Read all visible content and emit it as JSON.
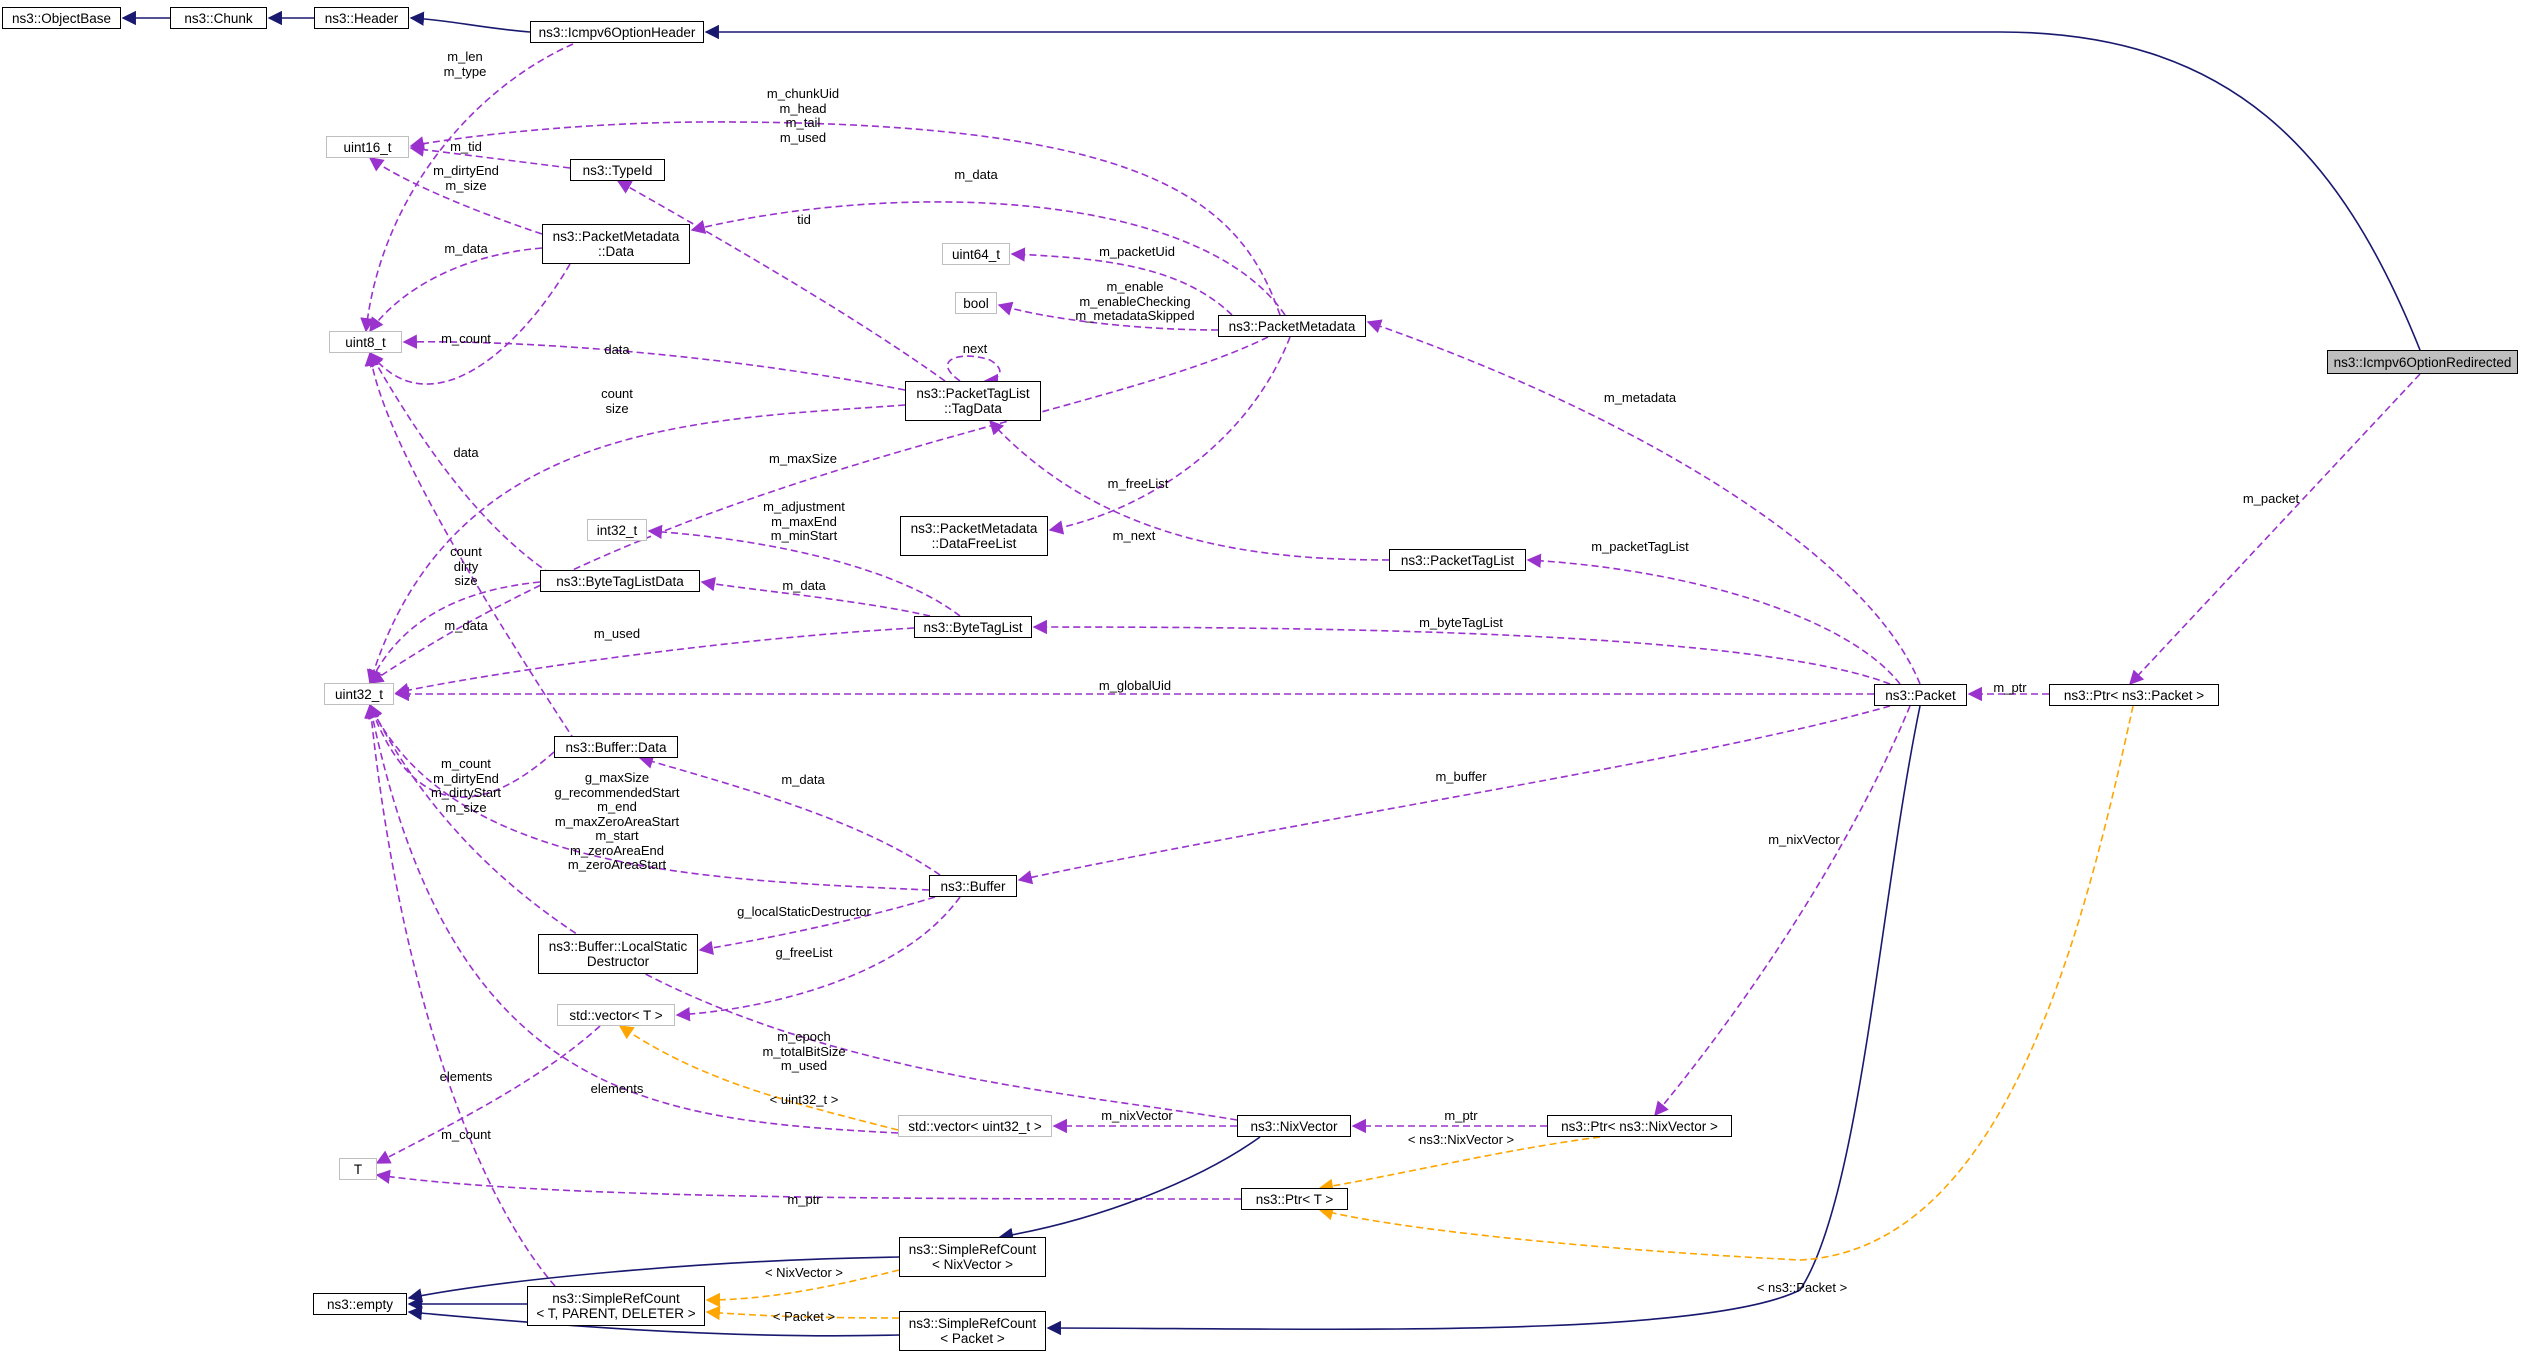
{
  "colors": {
    "inheritance": "#191970",
    "usage": "#9a32cd",
    "template": "#ffa500",
    "node_border": "#000000",
    "external_border": "#bfbfbf",
    "focus_fill": "#bfbfbf"
  },
  "nodes": {
    "objectbase": "ns3::ObjectBase",
    "chunk": "ns3::Chunk",
    "header": "ns3::Header",
    "icmpv6optionheader": "ns3::Icmpv6OptionHeader",
    "icmpv6optionredirected": "ns3::Icmpv6OptionRedirected",
    "uint16": "uint16_t",
    "typeid": "ns3::TypeId",
    "pmdata": "ns3::PacketMetadata\n::Data",
    "uint8": "uint8_t",
    "uint64": "uint64_t",
    "bool": "bool",
    "packetmetadata": "ns3::PacketMetadata",
    "tagdata": "ns3::PacketTagList\n::TagData",
    "int32": "int32_t",
    "datafreelist": "ns3::PacketMetadata\n::DataFreeList",
    "packettaglist": "ns3::PacketTagList",
    "bytetaglistdata": "ns3::ByteTagListData",
    "bytetaglist": "ns3::ByteTagList",
    "uint32": "uint32_t",
    "packet": "ns3::Packet",
    "ptrpacket": "ns3::Ptr< ns3::Packet >",
    "bufferdata": "ns3::Buffer::Data",
    "buffer": "ns3::Buffer",
    "localstatic": "ns3::Buffer::LocalStatic\nDestructor",
    "vectorT": "std::vector< T >",
    "vectoruint32": "std::vector< uint32_t >",
    "nixvector": "ns3::NixVector",
    "ptrnixvector": "ns3::Ptr< ns3::NixVector >",
    "T": "T",
    "ptrT": "ns3::Ptr< T >",
    "srcnix": "ns3::SimpleRefCount\n< NixVector >",
    "empty": "ns3::empty",
    "srcgeneric": "ns3::SimpleRefCount\n< T, PARENT, DELETER >",
    "srcpacket": "ns3::SimpleRefCount\n< Packet >"
  },
  "edge_labels": {
    "len_type": "m_len\nm_type",
    "chunkuid": "m_chunkUid\nm_head\nm_tail\nm_used",
    "tid": "m_tid",
    "dirtyend_size": "m_dirtyEnd\nm_size",
    "pm_data": "m_data",
    "pmd_data": "m_data",
    "tid2": "tid",
    "packetuid": "m_packetUid",
    "enable": "m_enable\nm_enableChecking\nm_metadataSkipped",
    "count8": "m_count",
    "next": "next",
    "data8": "data",
    "count_size": "count\nsize",
    "data_btl": "data",
    "maxsize": "m_maxSize",
    "freelist": "m_freeList",
    "metadata": "m_metadata",
    "mpacket": "m_packet",
    "adjust": "m_adjustment\nm_maxEnd\nm_minStart",
    "mnext": "m_next",
    "packettaglist": "m_packetTagList",
    "count_dirty_size": "count\ndirty\nsize",
    "btl_data": "m_data",
    "bytetaglist": "m_byteTagList",
    "bd_data": "m_data",
    "used": "m_used",
    "globaluid": "m_globalUid",
    "mptr_packet": "m_ptr",
    "buf_counts": "m_count\nm_dirtyEnd\nm_dirtyStart\nm_size",
    "buf_data": "m_data",
    "mbuffer": "m_buffer",
    "buf_sizes": "g_maxSize\ng_recommendedStart\nm_end\nm_maxZeroAreaStart\nm_start\nm_zeroAreaEnd\nm_zeroAreaStart",
    "nixvector_field": "m_nixVector",
    "localstatic": "g_localStaticDestructor",
    "freelist_g": "g_freeList",
    "epoch": "m_epoch\nm_totalBitSize\nm_used",
    "elements1": "elements",
    "elements2": "elements",
    "uint32_t_tpl": "< uint32_t >",
    "mnixvector": "m_nixVector",
    "mptr_nix": "m_ptr",
    "nixvector_tpl": "< ns3::NixVector >",
    "mcount": "m_count",
    "mptr_T": "m_ptr",
    "nix_tpl": "< NixVector >",
    "packet_tpl": "< Packet >",
    "ns3packet_tpl": "< ns3::Packet >"
  }
}
